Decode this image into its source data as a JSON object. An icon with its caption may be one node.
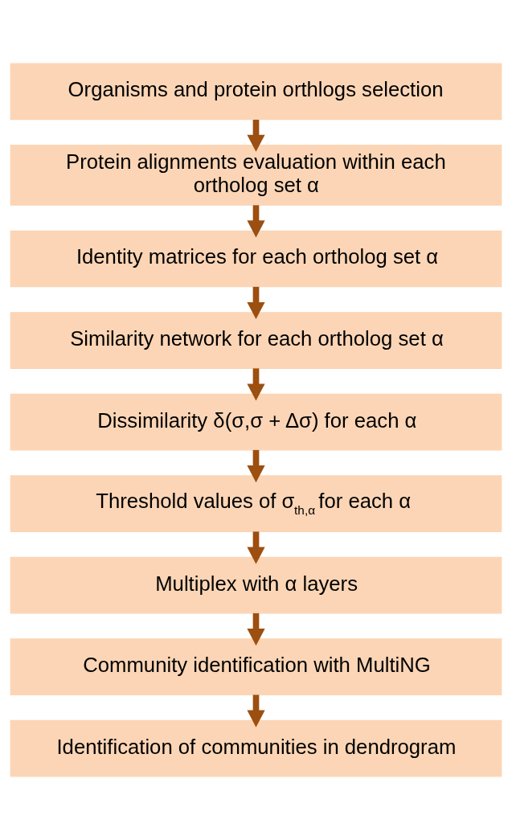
{
  "diagram": {
    "nodes": [
      {
        "text": [
          "Organisms and protein orthlogs selection"
        ]
      },
      {
        "text": [
          "Protein alignments evaluation within each ortholog set α"
        ]
      },
      {
        "text": [
          "Identity matrices for each ortholog set α"
        ]
      },
      {
        "text": [
          "Similarity network for each ortholog set α"
        ]
      },
      {
        "text": [
          "Dissimilarity δ(σ,σ + Δσ) for each α"
        ]
      },
      {
        "text": [
          "Threshold values of σ$_{th,α}$  for each α"
        ]
      },
      {
        "text": [
          "Multiplex with α layers"
        ]
      },
      {
        "text": [
          "Community identification with MultiNG"
        ]
      },
      {
        "text": [
          "Identification of communities in dendrogram"
        ]
      }
    ],
    "edges": [
      {
        "from": 0,
        "to": 1,
        "arrow": "to"
      },
      {
        "from": 1,
        "to": 2,
        "arrow": "to"
      },
      {
        "from": 2,
        "to": 3,
        "arrow": "to"
      },
      {
        "from": 3,
        "to": 4,
        "arrow": "to"
      },
      {
        "from": 4,
        "to": 5,
        "arrow": "to"
      },
      {
        "from": 5,
        "to": 6,
        "arrow": "to"
      },
      {
        "from": 6,
        "to": 7,
        "arrow": "to"
      },
      {
        "from": 7,
        "to": 8,
        "arrow": "to"
      }
    ]
  }
}
